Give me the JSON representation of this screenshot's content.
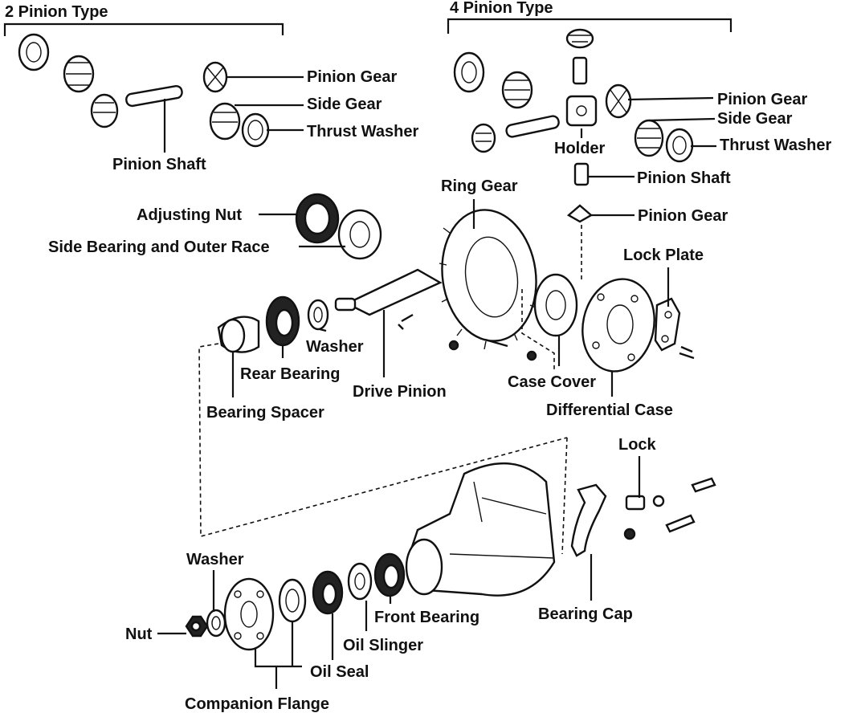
{
  "headers": {
    "two_pinion": "2 Pinion Type",
    "four_pinion": "4 Pinion Type"
  },
  "labels": {
    "tp_pinion_gear": "Pinion Gear",
    "tp_side_gear": "Side Gear",
    "tp_thrust_washer": "Thrust Washer",
    "tp_pinion_shaft": "Pinion Shaft",
    "fp_pinion_gear_top": "Pinion Gear",
    "fp_side_gear": "Side Gear",
    "fp_holder": "Holder",
    "fp_thrust_washer": "Thrust Washer",
    "fp_pinion_shaft": "Pinion Shaft",
    "fp_pinion_gear_bottom": "Pinion Gear",
    "ring_gear": "Ring Gear",
    "adjusting_nut": "Adjusting Nut",
    "side_bearing": "Side Bearing and Outer Race",
    "lock_plate": "Lock Plate",
    "washer_upper": "Washer",
    "rear_bearing": "Rear Bearing",
    "drive_pinion": "Drive Pinion",
    "bearing_spacer": "Bearing Spacer",
    "case_cover": "Case Cover",
    "differential_case": "Differential Case",
    "lock": "Lock",
    "washer_lower": "Washer",
    "nut": "Nut",
    "front_bearing": "Front Bearing",
    "oil_slinger": "Oil Slinger",
    "oil_seal": "Oil Seal",
    "companion_flange": "Companion Flange",
    "bearing_cap": "Bearing Cap"
  }
}
